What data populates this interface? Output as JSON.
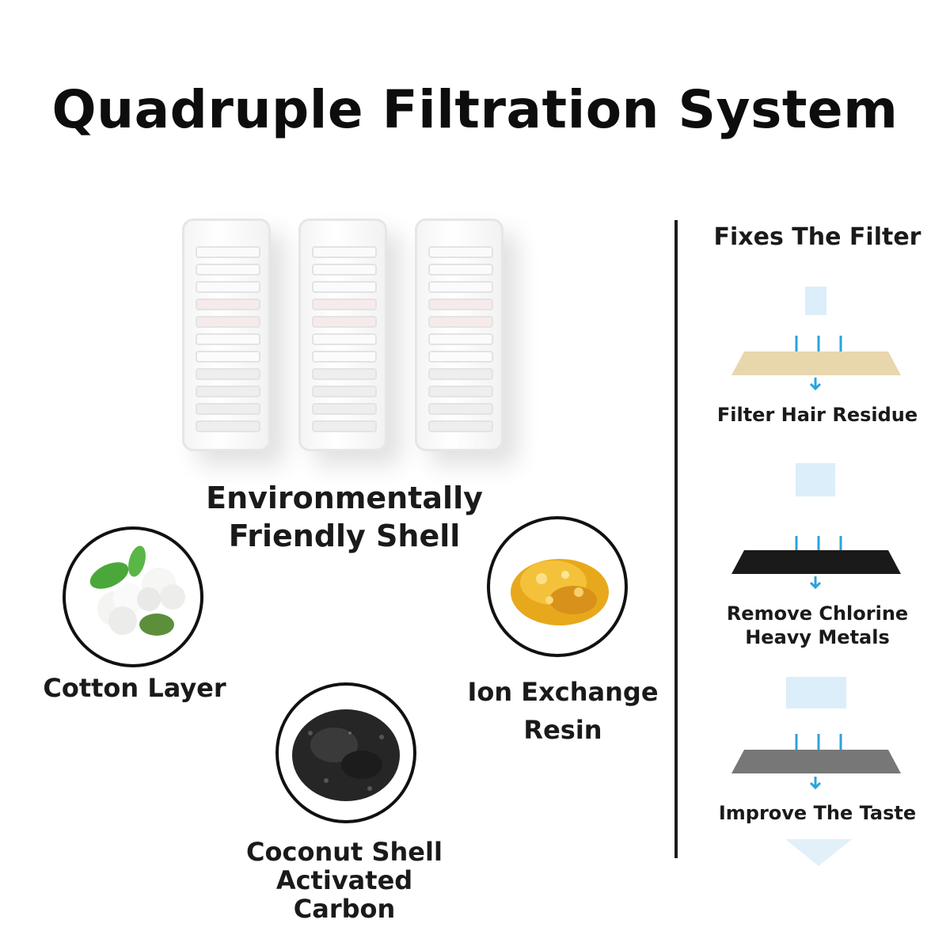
{
  "title": "Quadruple Filtration System",
  "shell": {
    "line1": "Environmentally",
    "line2": "Friendly Shell"
  },
  "layers": {
    "cotton": {
      "label": "Cotton Layer",
      "icon": "cotton-icon"
    },
    "carbon": {
      "line1": "Coconut Shell",
      "line2": "Activated Carbon",
      "icon": "carbon-granules-icon"
    },
    "resin": {
      "line1": "Ion Exchange",
      "line2": "Resin",
      "icon": "resin-icon"
    }
  },
  "process": {
    "heading": "Fixes The Filter",
    "steps": [
      {
        "label": "Filter Hair Residue",
        "color": "#e8d6ad"
      },
      {
        "line1": "Remove Chlorine",
        "line2": "Heavy Metals",
        "color": "#1a1a1a"
      },
      {
        "label": "Improve The Taste",
        "color": "#777777"
      }
    ],
    "arrow_color": "#2aa3dc",
    "flow_color": "#dceefa"
  }
}
